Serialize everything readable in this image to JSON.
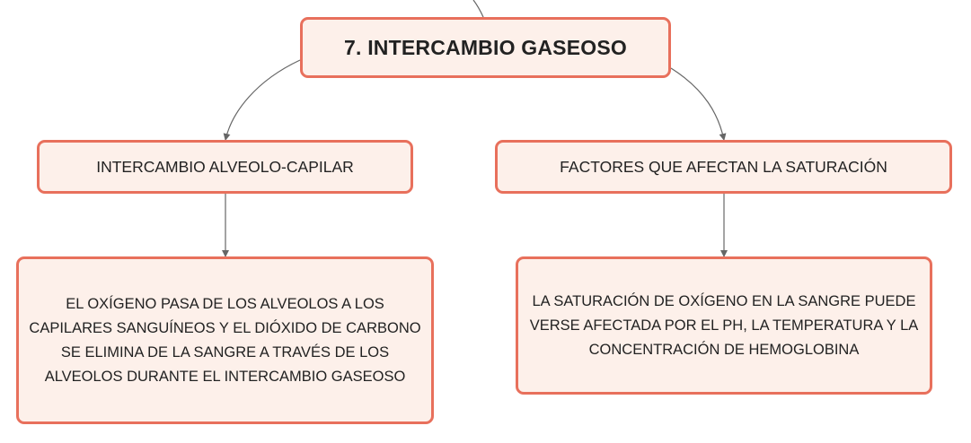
{
  "diagram": {
    "title": "7. INTERCAMBIO GASEOSO",
    "branches": [
      {
        "label": "INTERCAMBIO ALVEOLO-CAPILAR",
        "detail": "EL OXÍGENO PASA DE LOS ALVEOLOS A LOS CAPILARES SANGUÍNEOS Y EL DIÓXIDO DE CARBONO SE ELIMINA DE LA SANGRE A TRAVÉS DE LOS ALVEOLOS DURANTE EL INTERCAMBIO GASEOSO"
      },
      {
        "label": "FACTORES QUE AFECTAN LA SATURACIÓN",
        "detail": "LA SATURACIÓN DE OXÍGENO EN LA SANGRE PUEDE VERSE AFECTADA POR EL PH, LA TEMPERATURA Y LA CONCENTRACIÓN DE HEMOGLOBINA"
      }
    ]
  },
  "colors": {
    "node_fill": "#fdf0ea",
    "node_border": "#e8705c",
    "connector": "#666666",
    "text": "#222222"
  }
}
